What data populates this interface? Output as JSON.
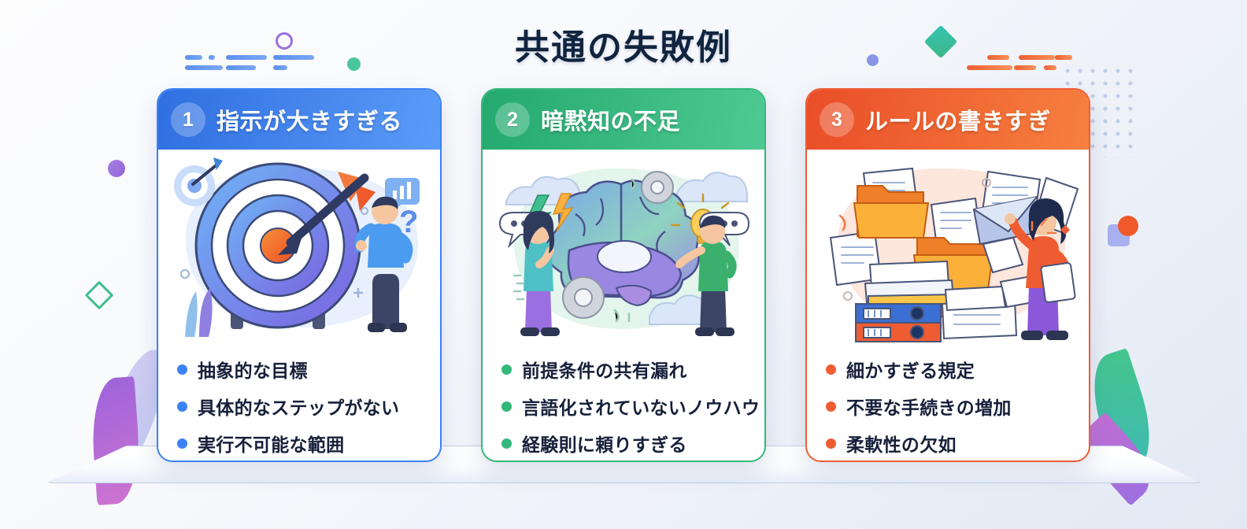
{
  "page": {
    "title": "共通の失敗例",
    "background_start": "#fdfdfe",
    "background_end": "#e2e9f4",
    "title_color": "#10243f"
  },
  "cards": [
    {
      "number": "1",
      "title": "指示が大きすぎる",
      "accent": "#3b82f6",
      "illustration_name": "target-arrow-confused-person-illustration",
      "bullets": [
        "抽象的な目標",
        "具体的なステップがない",
        "実行不可能な範囲"
      ]
    },
    {
      "number": "2",
      "title": "暗黙知の不足",
      "accent": "#33b87a",
      "illustration_name": "brain-clouds-two-people-illustration",
      "bullets": [
        "前提条件の共有漏れ",
        "言語化されていないノウハウ",
        "経験則に頼りすぎる"
      ]
    },
    {
      "number": "3",
      "title": "ルールの書きすぎ",
      "accent": "#ef5c32",
      "illustration_name": "paper-stack-folders-woman-illustration",
      "bullets": [
        "細かすぎる規定",
        "不要な手続きの増加",
        "柔軟性の欠如"
      ]
    }
  ],
  "decorations": {
    "ring_purple": "#9b6fe0",
    "dot_green": "#49c79a",
    "dot_periwinkle": "#8b95e8",
    "diamond_green": "#3fb886",
    "dot_purple": "#9166d6",
    "dot_orange": "#f05a2b",
    "square_periwinkle": "#a8b0ef",
    "dash_blue": "#5b8ff0",
    "dash_orange": "#ef5f33",
    "dot_grid": "#b9c6e2"
  }
}
